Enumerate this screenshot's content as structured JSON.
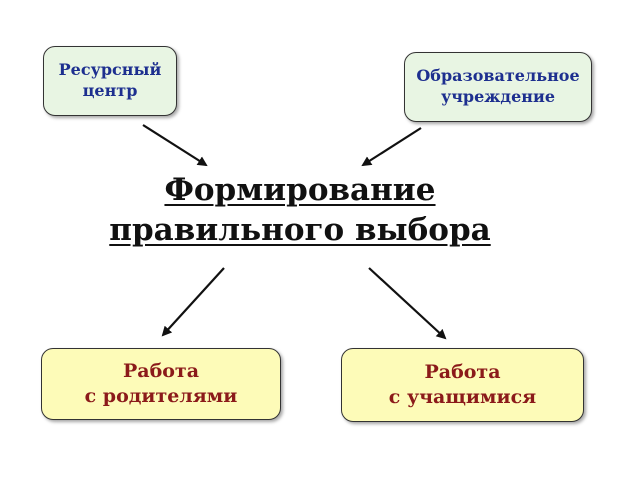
{
  "diagram": {
    "center": {
      "line1": "Формирование",
      "line2": "правильного выбора"
    },
    "nodes": {
      "resource_center": {
        "line1": "Ресурсный",
        "line2": "центр"
      },
      "educational_institution": {
        "line1": "Образовательное",
        "line2": "учреждение"
      },
      "work_with_parents": {
        "line1": "Работа",
        "line2": "с родителями"
      },
      "work_with_students": {
        "line1": "Работа",
        "line2": "с учащимися"
      }
    },
    "colors": {
      "top_box_fill": "#e8f5e3",
      "top_box_text": "#1d2f8f",
      "bottom_box_fill": "#fdfbb8",
      "bottom_box_text": "#8b1a1a",
      "arrow": "#111111"
    }
  }
}
